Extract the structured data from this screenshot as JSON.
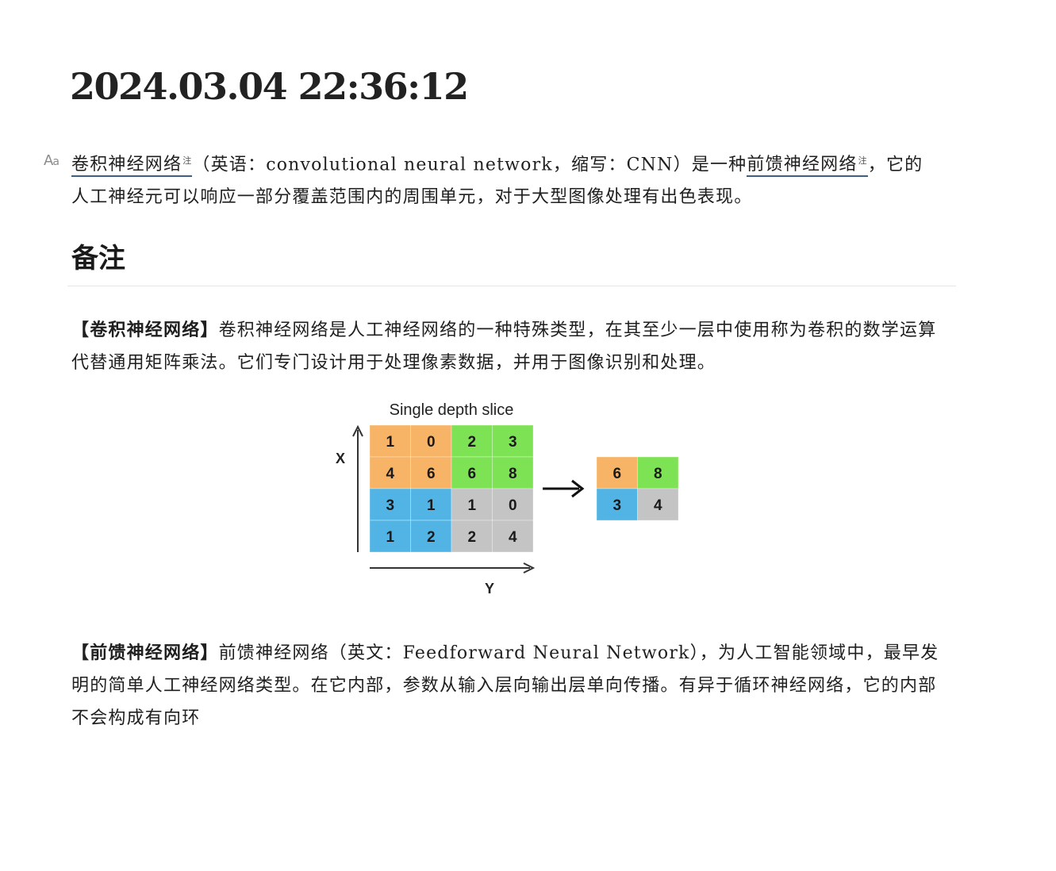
{
  "doc_title": "2024.03.04 22:36:12",
  "font_icon": {
    "big": "A",
    "small": "a"
  },
  "intro": {
    "term1": "卷积神经网络",
    "note_mark": "注",
    "text1": "（英语：convolutional neural network，缩写：CNN）是一种",
    "term2": "前馈神经网络",
    "text2": "，它的人工神经元可以响应一部分覆盖范围内的周围单元，对于大型图像处理有出色表现。"
  },
  "section_title": "备注",
  "note1": {
    "label": "【卷积神经网络】",
    "text": "卷积神经网络是人工神经网络的一种特殊类型，在其至少一层中使用称为卷积的数学运算代替通用矩阵乘法。它们专门设计用于处理像素数据，并用于图像识别和处理。"
  },
  "figure": {
    "title": "Single depth slice",
    "x_label": "X",
    "y_label": "Y",
    "input_grid": [
      [
        "1",
        "0",
        "2",
        "3"
      ],
      [
        "4",
        "6",
        "6",
        "8"
      ],
      [
        "3",
        "1",
        "1",
        "0"
      ],
      [
        "1",
        "2",
        "2",
        "4"
      ]
    ],
    "output_grid": [
      [
        "6",
        "8"
      ],
      [
        "3",
        "4"
      ]
    ],
    "colors": {
      "orange": "#f7b366",
      "green": "#7de354",
      "blue": "#52b4e4",
      "gray": "#c4c4c4"
    }
  },
  "note2": {
    "label": "【前馈神经网络】",
    "text": "前馈神经网络（英文：Feedforward Neural Network），为人工智能领域中，最早发明的简单人工神经网络类型。在它内部，参数从输入层向输出层单向传播。有异于循环神经网络，它的内部不会构成有向环"
  }
}
